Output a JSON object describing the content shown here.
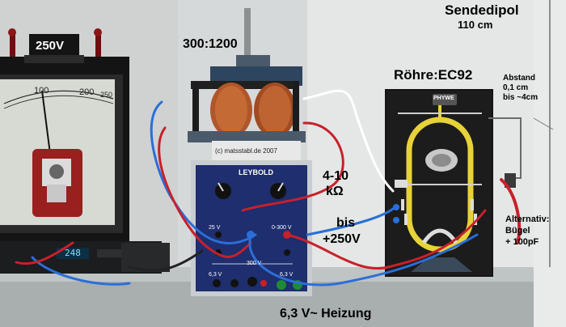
{
  "labels": {
    "dipole": "Sendedipol",
    "dipole_length": "110 cm",
    "transformer_ratio": "300:1200",
    "tube": "Röhre:EC92",
    "distance_title": "Abstand",
    "distance_min": "0,1 cm",
    "distance_max": "bis ~4cm",
    "resistor": "4-10",
    "resistor_unit": "kΩ",
    "voltage_prefix": "bis",
    "voltage": "+250V",
    "alternative_title": "Alternativ:",
    "alternative_part": "Bügel",
    "alternative_cap": "+ 100pF",
    "heating": "6,3 V~ Heizung"
  },
  "meter": {
    "range": "250V",
    "scale_100": "100",
    "scale_200": "200",
    "scale_250": "250"
  },
  "psu": {
    "brand": "LEYBOLD",
    "out_low": "25 V",
    "out_high": "0-300 V",
    "mid": "300 V",
    "heat_a": "6,3 V",
    "heat_b": "6,3 V"
  },
  "watermark": "(c) matsstabl.de 2007",
  "board_logo": "PHYWE",
  "display_digits": "248",
  "colors": {
    "psu_blue": "#1e2e6e",
    "coil_copper": "#b0562a",
    "board_black": "#151515",
    "track_yellow": "#e8d23a",
    "wire_red": "#c8202a",
    "wire_blue": "#2b6ed8"
  }
}
